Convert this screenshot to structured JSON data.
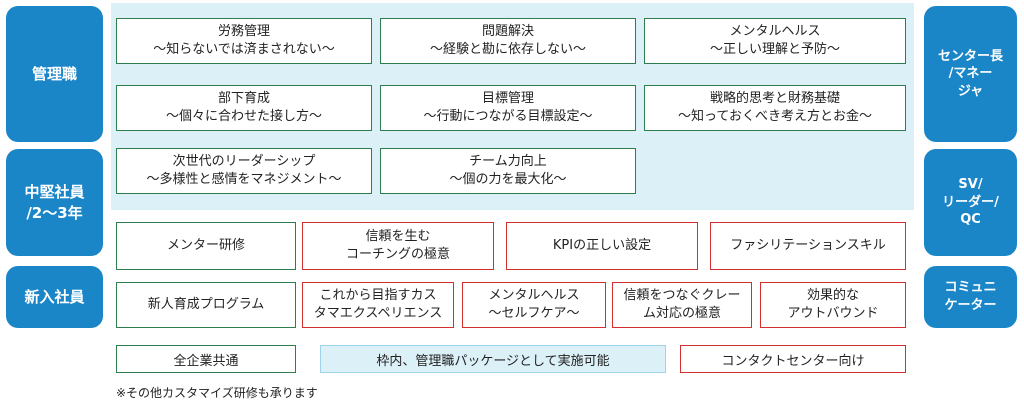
{
  "left_labels": [
    "管理職",
    "中堅社員\n/2〜3年",
    "新入社員"
  ],
  "right_labels": [
    "センター長\n/マネー\nジャ",
    "SV/\nリーダー/\nQC",
    "コミュニ\nケーター"
  ],
  "management_boxes": [
    "労務管理\n〜知らないでは済まされない〜",
    "問題解決\n〜経験と勘に依存しない〜",
    "メンタルヘルス\n〜正しい理解と予防〜",
    "部下育成\n〜個々に合わせた接し方〜",
    "目標管理\n〜行動につながる目標設定〜",
    "戦略的思考と財務基礎\n〜知っておくべき考え方とお金〜",
    "次世代のリーダーシップ\n〜多様性と感情をマネジメント〜",
    "チーム力向上\n〜個の力を最大化〜"
  ],
  "mid_boxes": [
    "メンター研修",
    "信頼を生む\nコーチングの極意",
    "KPIの正しい設定",
    "ファシリテーションスキル"
  ],
  "new_boxes": [
    "新人育成プログラム",
    "これから目指すカス\nタマエクスペリエンス",
    "メンタルヘルス\n〜セルフケア〜",
    "信頼をつなぐクレー\nム対応の極意",
    "効果的な\nアウトバウンド"
  ],
  "legend": {
    "common": "全企業共通",
    "package": "枠内、管理職パッケージとして実施可能",
    "contact": "コンタクトセンター向け"
  },
  "note": "※その他カスタマイズ研修も承ります",
  "colors": {
    "side": "#1a86c8",
    "green": "#2e7d4f",
    "red": "#d32f2f",
    "panel": "#dcf0f8"
  }
}
